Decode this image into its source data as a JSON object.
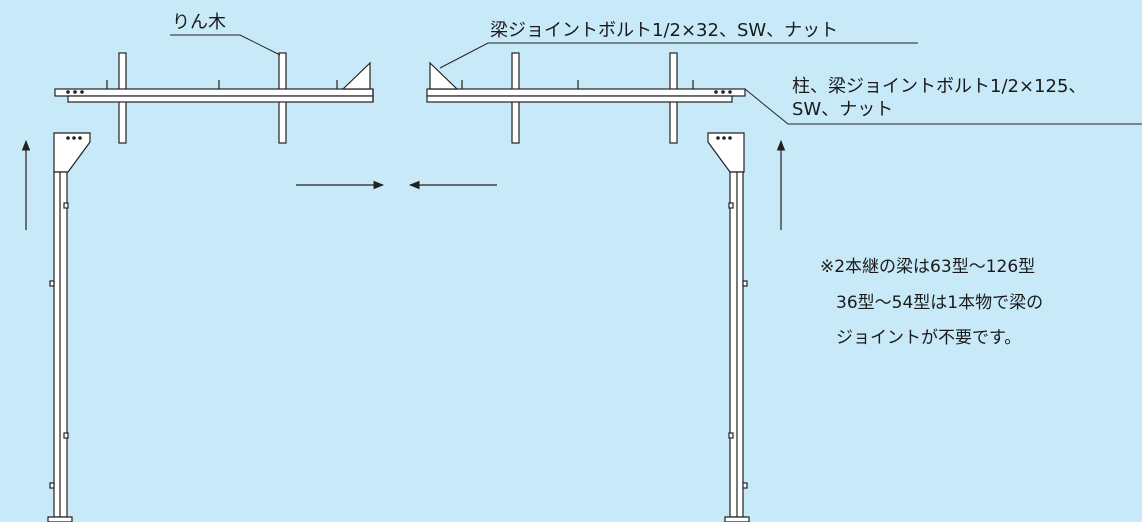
{
  "labels": {
    "rinboku": "りん木",
    "beam_bolt": "梁ジョイントボルト1/2×32、SW、ナット",
    "column_bolt_line1": "柱、梁ジョイントボルト1/2×125、",
    "column_bolt_line2": "SW、ナット"
  },
  "note": {
    "line1": "※2本継の梁は63型〜126型",
    "line2": "36型〜54型は1本物で梁の",
    "line3": "ジョイントが不要です。"
  },
  "colors": {
    "background": "#c8e9f8",
    "part_fill": "#ffffff",
    "stroke": "#222222"
  }
}
